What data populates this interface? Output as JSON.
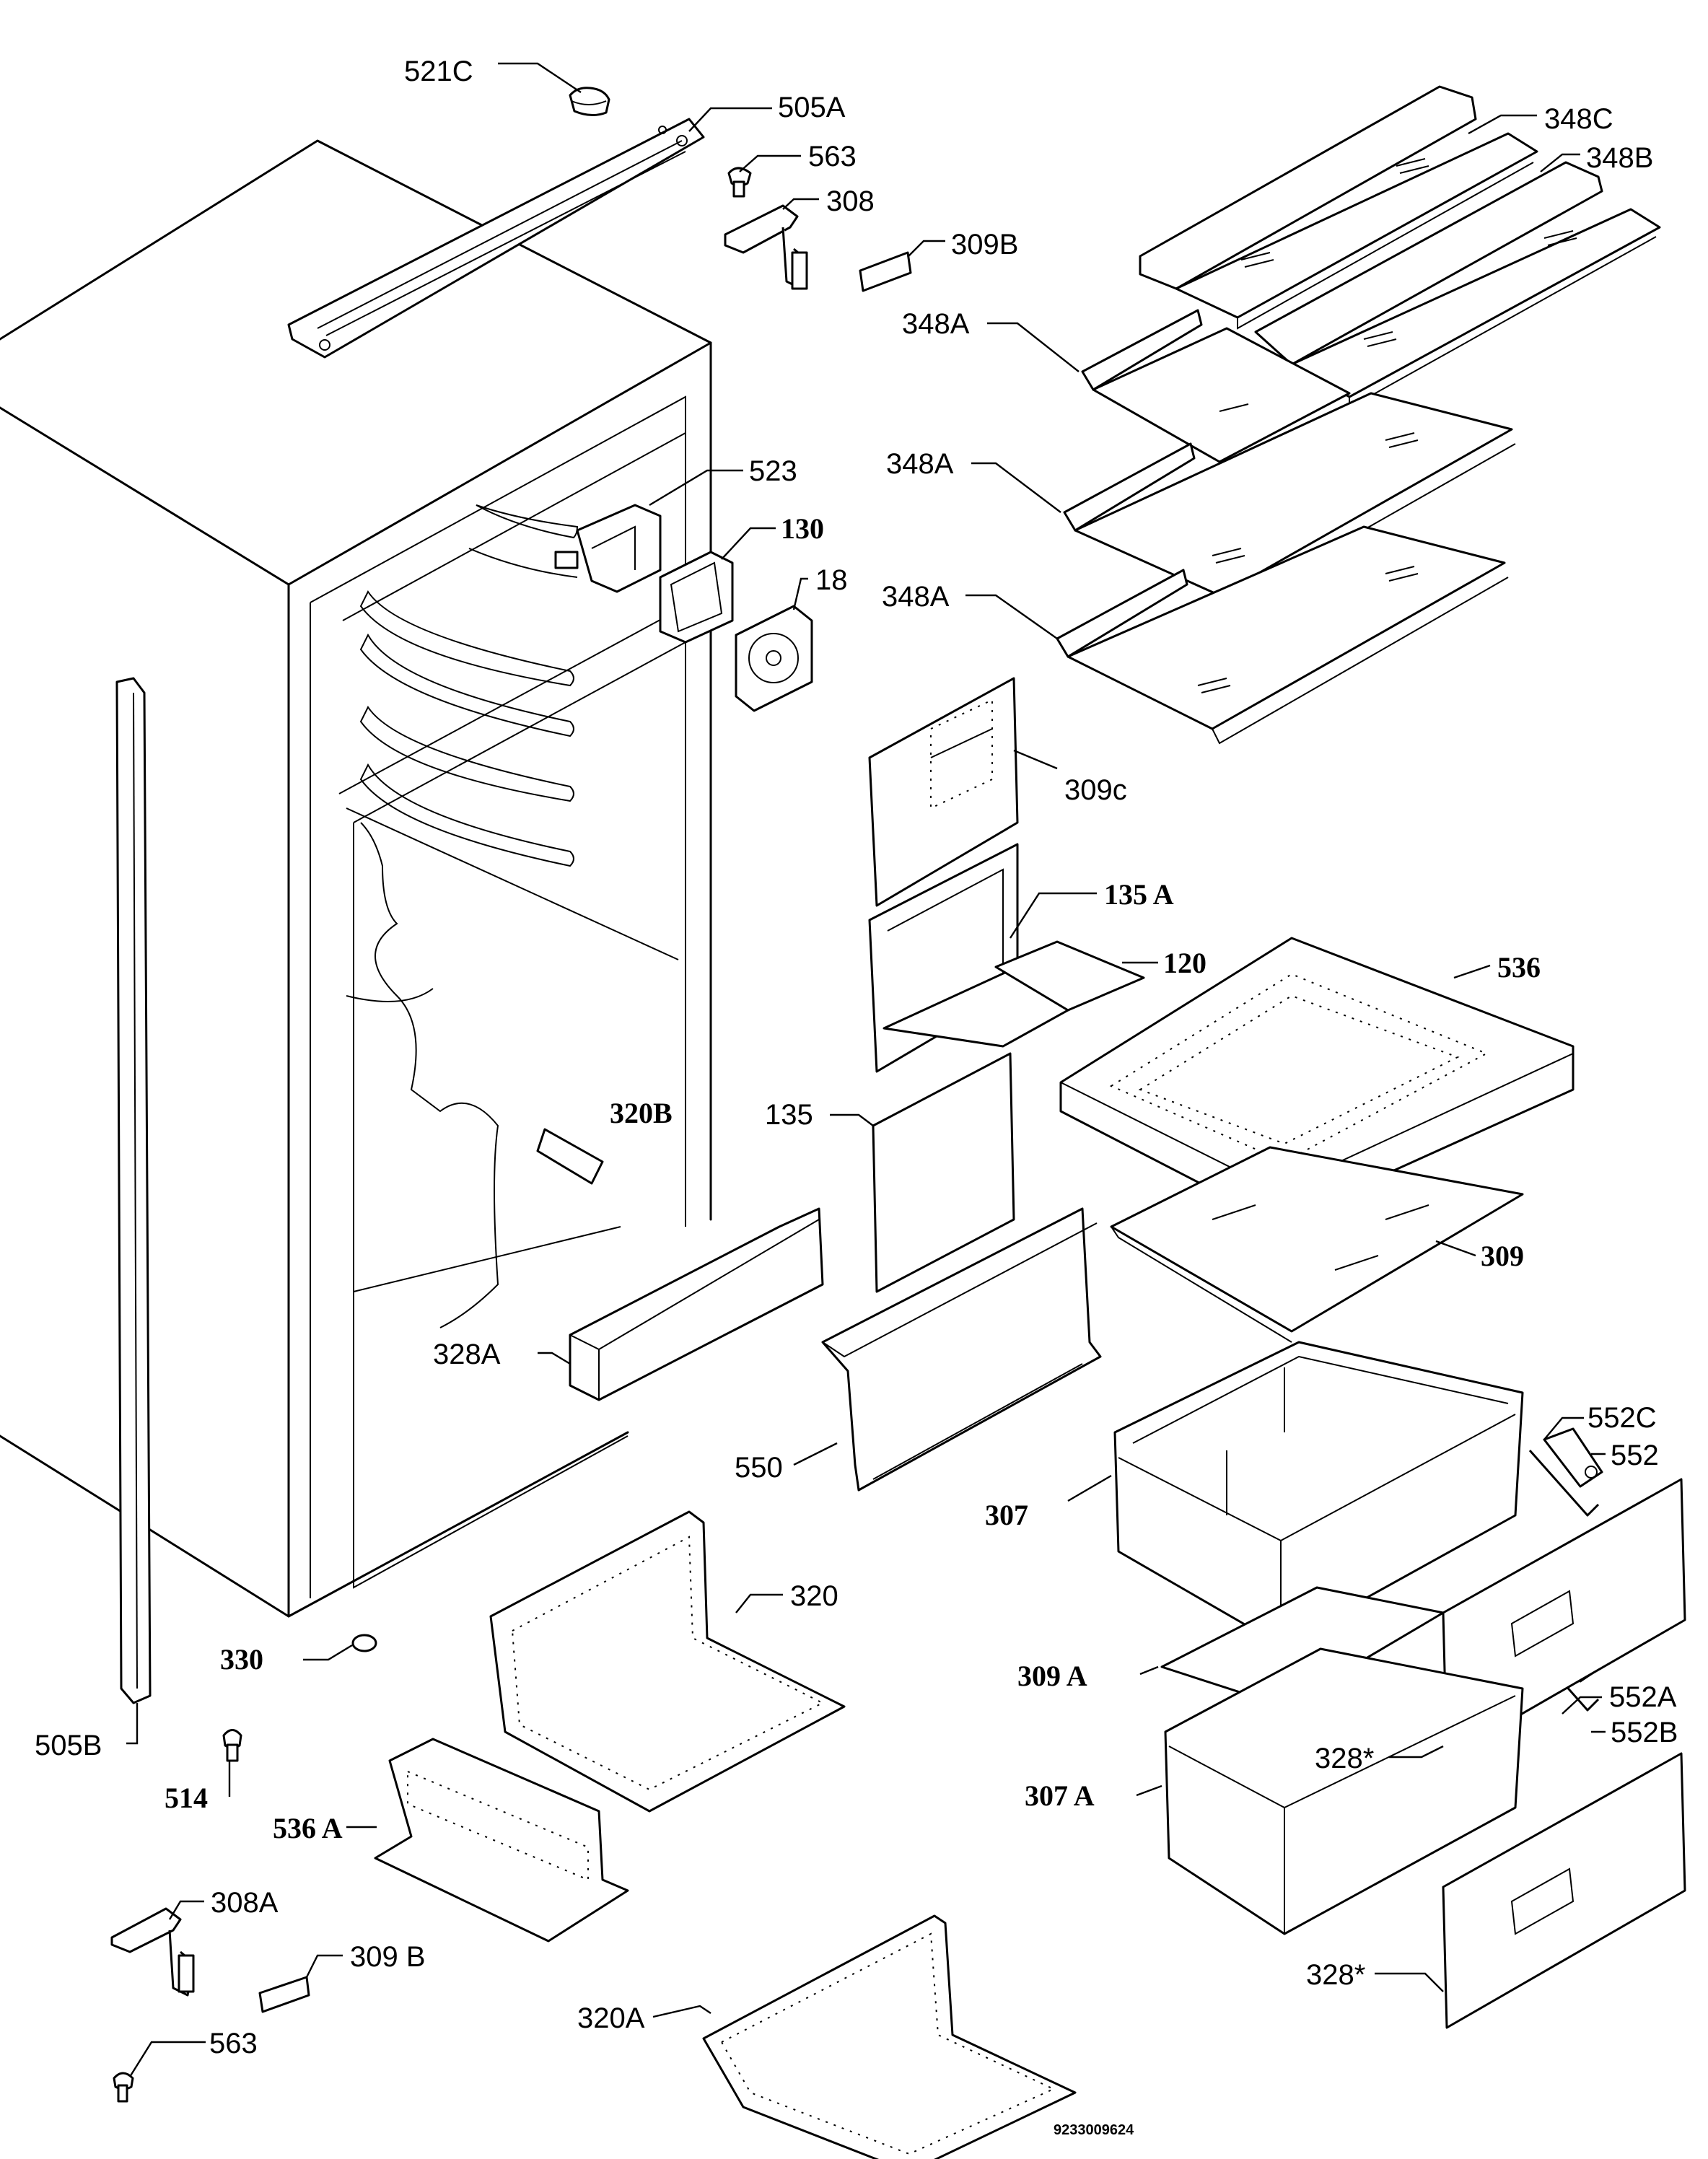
{
  "labels": [
    {
      "id": "521c",
      "text": "521C",
      "style": "lab"
    },
    {
      "id": "505a",
      "text": "505A",
      "style": "lab"
    },
    {
      "id": "563-top",
      "text": "563",
      "style": "lab"
    },
    {
      "id": "308",
      "text": "308",
      "style": "lab"
    },
    {
      "id": "309b-top",
      "text": "309B",
      "style": "lab"
    },
    {
      "id": "348c",
      "text": "348C",
      "style": "lab"
    },
    {
      "id": "348b",
      "text": "348B",
      "style": "lab"
    },
    {
      "id": "348a-1",
      "text": "348A",
      "style": "lab"
    },
    {
      "id": "348a-2",
      "text": "348A",
      "style": "lab"
    },
    {
      "id": "348a-3",
      "text": "348A",
      "style": "lab"
    },
    {
      "id": "523",
      "text": "523",
      "style": "lab"
    },
    {
      "id": "130",
      "text": "130",
      "style": "bold"
    },
    {
      "id": "18",
      "text": "18",
      "style": "lab"
    },
    {
      "id": "309c",
      "text": "309c",
      "style": "lab"
    },
    {
      "id": "135a",
      "text": "135 A",
      "style": "bold"
    },
    {
      "id": "120",
      "text": "120",
      "style": "bold"
    },
    {
      "id": "536",
      "text": "536",
      "style": "bold"
    },
    {
      "id": "320b",
      "text": "320B",
      "style": "bold"
    },
    {
      "id": "135",
      "text": "135",
      "style": "lab"
    },
    {
      "id": "309",
      "text": "309",
      "style": "bold"
    },
    {
      "id": "328a",
      "text": "328A",
      "style": "lab"
    },
    {
      "id": "552c",
      "text": "552C",
      "style": "lab"
    },
    {
      "id": "552",
      "text": "552",
      "style": "lab"
    },
    {
      "id": "550",
      "text": "550",
      "style": "lab"
    },
    {
      "id": "307",
      "text": "307",
      "style": "bold"
    },
    {
      "id": "320",
      "text": "320",
      "style": "lab"
    },
    {
      "id": "330",
      "text": "330",
      "style": "bold"
    },
    {
      "id": "309a",
      "text": "309 A",
      "style": "bold"
    },
    {
      "id": "552a",
      "text": "552A",
      "style": "lab"
    },
    {
      "id": "552b",
      "text": "552B",
      "style": "lab"
    },
    {
      "id": "328star-1",
      "text": "328*",
      "style": "lab"
    },
    {
      "id": "505b",
      "text": "505B",
      "style": "lab"
    },
    {
      "id": "307a",
      "text": "307 A",
      "style": "bold"
    },
    {
      "id": "514",
      "text": "514",
      "style": "bold"
    },
    {
      "id": "536a",
      "text": "536 A",
      "style": "bold"
    },
    {
      "id": "308a",
      "text": "308A",
      "style": "lab"
    },
    {
      "id": "309b-bottom",
      "text": "309 B",
      "style": "lab"
    },
    {
      "id": "328star-2",
      "text": "328*",
      "style": "lab"
    },
    {
      "id": "563-bottom",
      "text": "563",
      "style": "lab"
    },
    {
      "id": "320a",
      "text": "320A",
      "style": "lab"
    }
  ],
  "drawing_number": "9233009624"
}
